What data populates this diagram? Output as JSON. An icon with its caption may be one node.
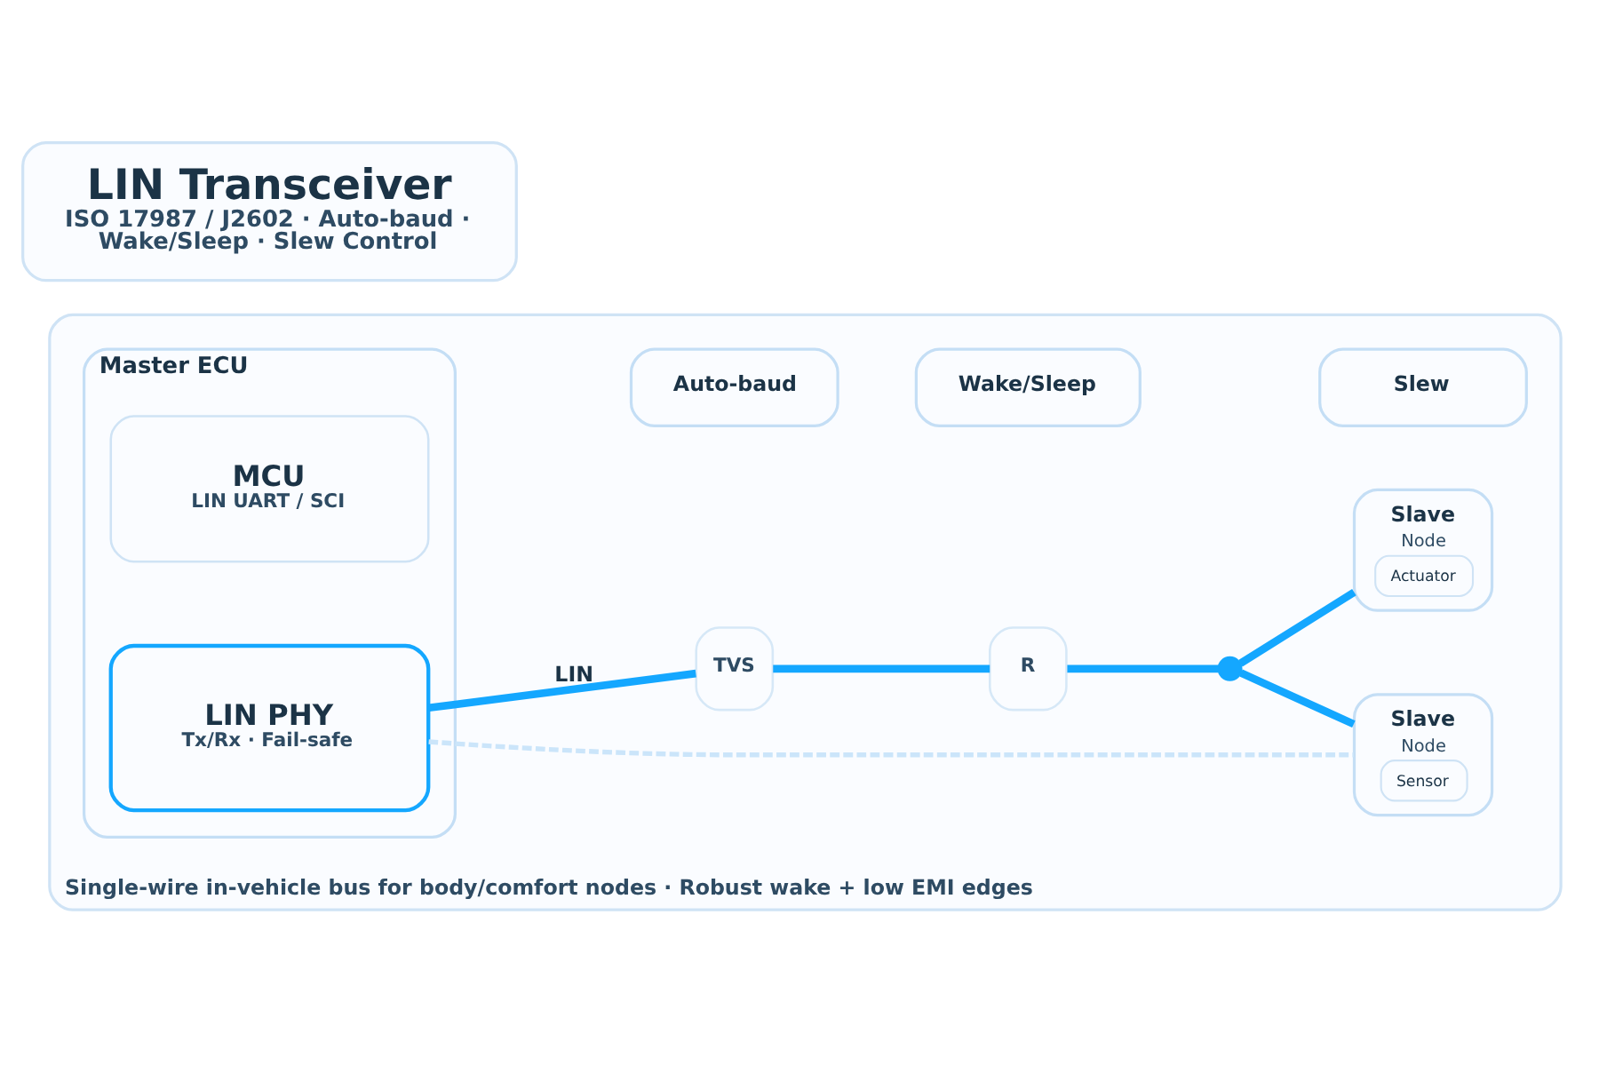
{
  "diagram": {
    "nodes": [
      {
        "text": [
          "LIN Transceiver",
          "ISO 17987 / J2602 · Auto-baud · Wake/Sleep · Slew Control"
        ]
      },
      {
        "text": [
          "Single-wire in-vehicle bus for body/comfort nodes · Robust wake + low EMI edges"
        ]
      },
      {
        "text": [
          "Master ECU"
        ],
        "in": 1
      },
      {
        "text": [
          "MCU",
          "LIN UART / SCI"
        ],
        "in": 2
      },
      {
        "text": [
          "LIN PHY",
          "Tx/Rx · Fail-safe"
        ],
        "in": 2
      },
      {
        "text": [
          "Auto-baud"
        ],
        "in": 1
      },
      {
        "text": [
          "Wake/Sleep"
        ],
        "in": 1
      },
      {
        "text": [
          "Slew"
        ],
        "in": 1
      },
      {
        "text": [
          "TVS"
        ],
        "in": 1
      },
      {
        "text": [
          "R"
        ],
        "in": 1
      },
      {
        "text": [],
        "shape": "circle",
        "in": 1
      },
      {
        "text": [
          "Slave",
          "Node",
          "Actuator"
        ],
        "in": 1
      },
      {
        "text": [
          "Slave",
          "Node",
          "Sensor"
        ],
        "in": 1
      }
    ],
    "edges": [
      {
        "from": 4,
        "to": 8,
        "arrow": "none",
        "label": "LIN"
      },
      {
        "from": 8,
        "to": 9,
        "arrow": "none"
      },
      {
        "from": 9,
        "to": 10,
        "arrow": "none"
      },
      {
        "from": 10,
        "to": 11,
        "arrow": "none"
      },
      {
        "from": 10,
        "to": 12,
        "arrow": "none"
      },
      {
        "from": 4,
        "to": 12,
        "arrow": "none",
        "style": "dashed",
        "color": "#cbe5fa"
      }
    ]
  }
}
